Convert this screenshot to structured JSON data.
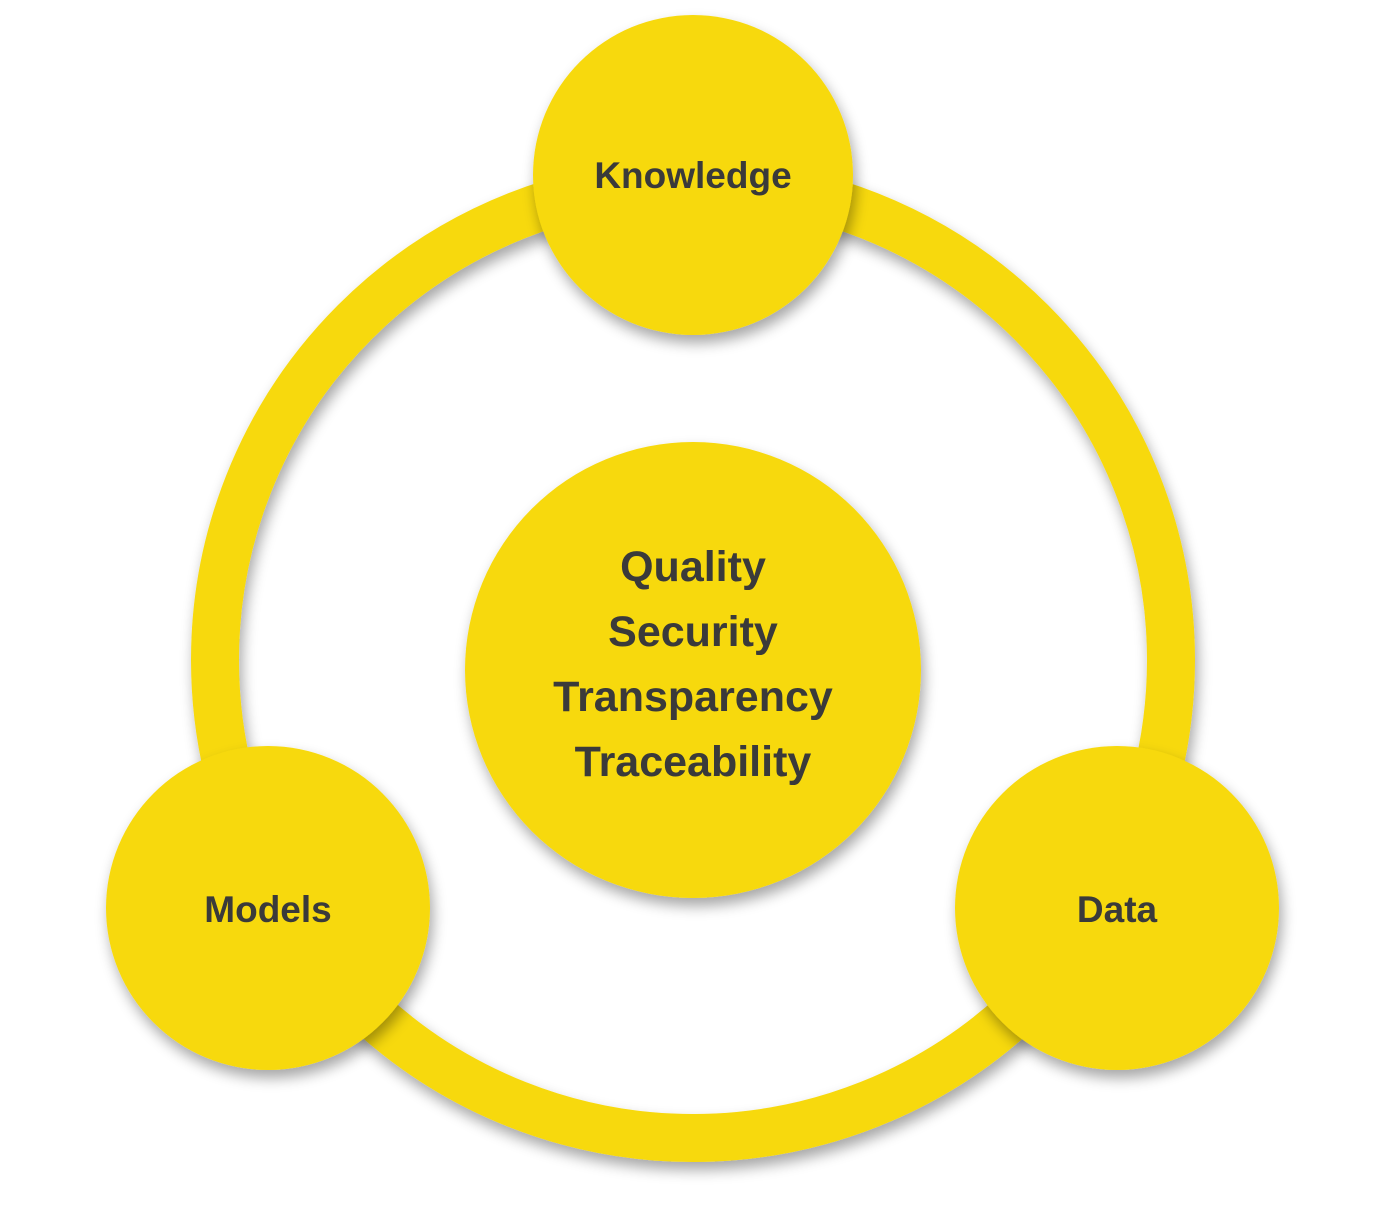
{
  "colors": {
    "fill": "#F7D90F",
    "text": "#3A3A3A",
    "background": "#FFFFFF"
  },
  "nodes": {
    "top": "Knowledge",
    "left": "Models",
    "right": "Data"
  },
  "center": {
    "lines": [
      "Quality",
      "Security",
      "Transparency",
      "Traceability"
    ]
  }
}
